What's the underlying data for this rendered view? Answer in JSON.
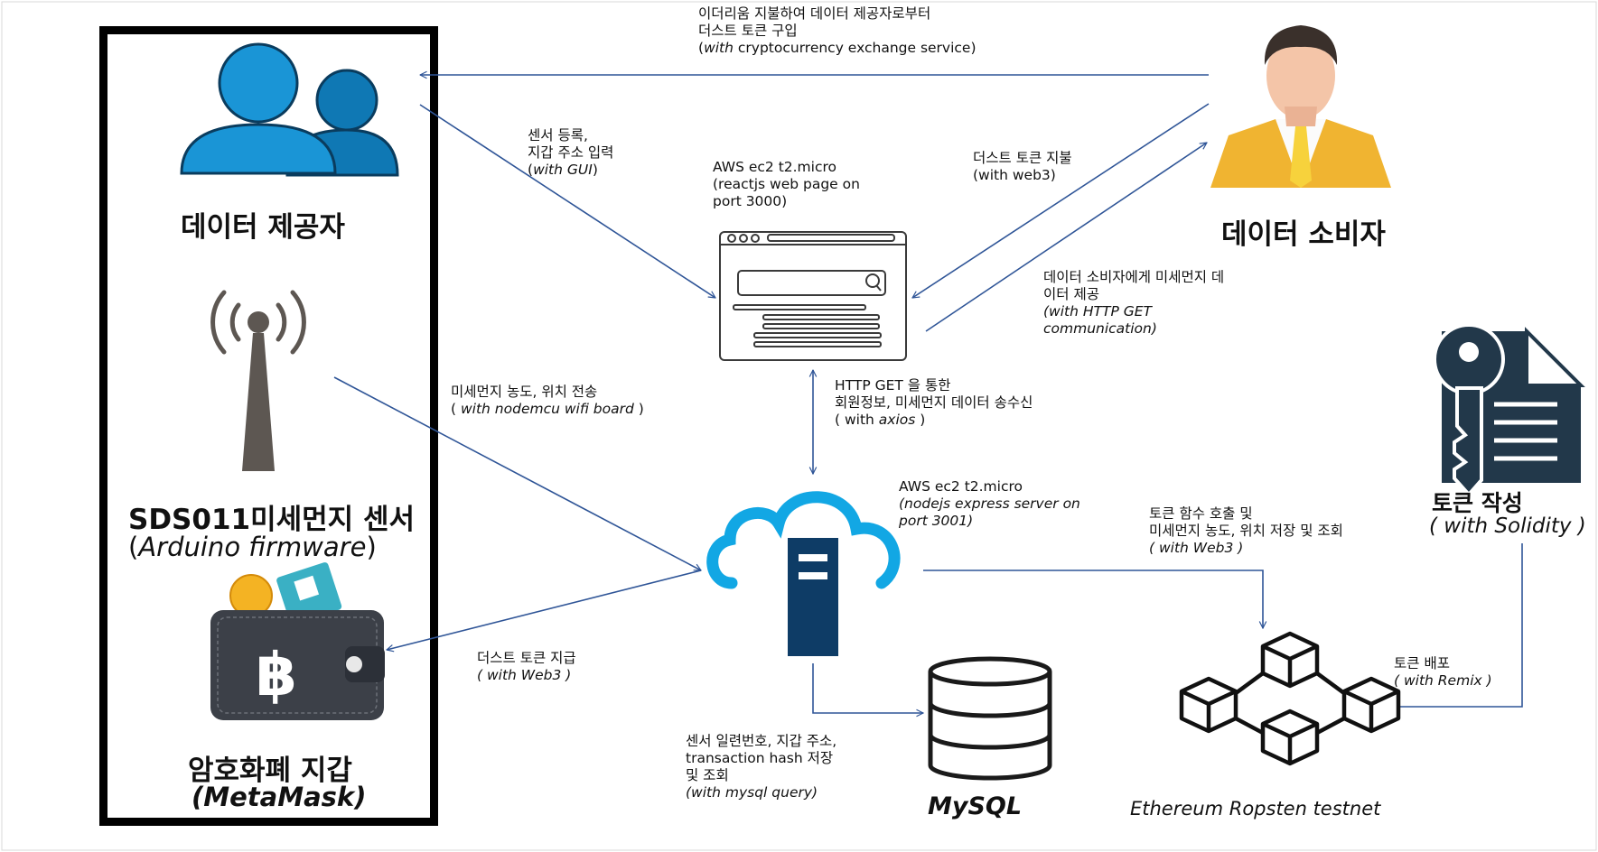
{
  "colors": {
    "provider_icon": "#1a95d6",
    "provider_icon_dark": "#0f78b4",
    "cloud_stroke": "#12a7e4",
    "server_fill": "#0e3c66",
    "arrow": "#2f5597",
    "wallet": "#3c4048",
    "consumer_suit": "#f0b431",
    "antenna": "#5d5752"
  },
  "icons": {
    "provider": "users-icon",
    "sensor": "antenna-icon",
    "wallet": "bitcoin-wallet-icon",
    "consumer": "businessman-icon",
    "webpage": "browser-window-icon",
    "server": "cloud-server-icon",
    "database": "database-icon",
    "blockchain": "blockchain-cubes-icon",
    "contract": "key-document-icon"
  },
  "nodes": {
    "provider": "데이터 제공자",
    "sensor_line1": "SDS011미세먼지 센서",
    "sensor_line2_open": "(",
    "sensor_line2_italic": "Arduino firmware",
    "sensor_line2_close": ")",
    "wallet_line1": "암호화폐 지갑",
    "wallet_line2": "(MetaMask)",
    "consumer": "데이터 소비자",
    "token_line1": "토큰 작성",
    "token_line2": "( with Solidity )",
    "mysql": "MySQL",
    "ethereum": "Ethereum Ropsten testnet"
  },
  "web": {
    "line1": "AWS ec2 t2.micro",
    "line2": "(reactjs web page on",
    "line3": "port 3000)"
  },
  "server": {
    "line1": "AWS ec2 t2.micro",
    "line2": "(nodejs express server on",
    "line3": "port 3001)"
  },
  "edges": {
    "buy_token": {
      "line1": "이더리움 지불하여 데이터 제공자로부터",
      "line2": "더스트 토큰 구입",
      "line3_open": "(",
      "line3_italic": "with",
      "line3_rest": " cryptocurrency exchange service)"
    },
    "register": {
      "line1": "센서 등록,",
      "line2": "지갑 주소 입력",
      "line3_open": "(",
      "line3_italic": "with GUI",
      "line3_close": ")"
    },
    "pay_token": {
      "line1": "더스트 토큰 지불",
      "line2": "(with web3)"
    },
    "provide_data": {
      "line1": "데이터 소비자에게 미세먼지 데",
      "line2": "이터 제공",
      "line3": "(with HTTP GET",
      "line4": "communication)"
    },
    "http_get": {
      "line1": "HTTP GET 을 통한",
      "line2": "회원정보, 미세먼지 데이터 송수신",
      "line3_open": "( with ",
      "line3_italic": "axios",
      "line3_close": " )"
    },
    "sensor_send": {
      "line1": "미세먼지 농도, 위치 전송",
      "line2_open": "( ",
      "line2_italic": "with nodemcu wifi board",
      "line2_close": " )"
    },
    "token_pay_wallet": {
      "line1": "더스트 토큰 지급",
      "line2": "( with Web3  )"
    },
    "contract_call": {
      "line1": "토큰 함수 호출 및",
      "line2": "미세먼지 농도, 위치 저장 및 조회",
      "line3": "( with Web3 )"
    },
    "deploy": {
      "line1": "토큰 배포",
      "line2": "( with  Remix )"
    },
    "mysql_store": {
      "line1": "센서 일련번호, 지갑 주소,",
      "line2": " transaction hash 저장",
      "line3": "및 조회",
      "line4": "(with mysql query)"
    }
  }
}
